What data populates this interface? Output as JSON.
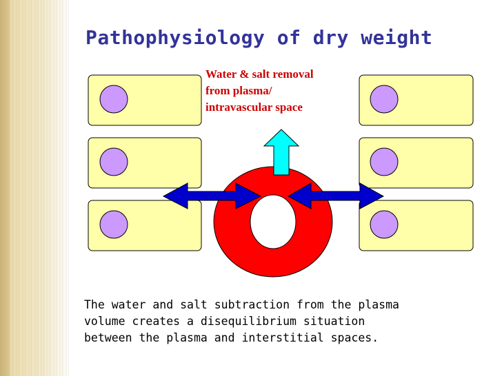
{
  "slide": {
    "title": "Pathophysiology of dry weight",
    "caption_lines": [
      "Water & salt removal",
      "from plasma/",
      "intravascular space"
    ],
    "description_lines": [
      "The water and salt subtraction from the plasma",
      "volume creates a disequilibrium situation",
      "between the plasma and interstitial spaces."
    ]
  },
  "colors": {
    "title": "#33339a",
    "caption": "#cc0000",
    "cell_fill": "#ffffaa",
    "cell_nucleus": "#cc99ff",
    "vessel": "#ff0000",
    "arrow_blue": "#0000cc",
    "arrow_up": "#00ffff"
  },
  "icons": {
    "left_cells": "cell-icon",
    "right_cells": "cell-icon",
    "vessel": "blood-vessel-ring-icon",
    "up_arrow": "arrow-up-icon",
    "side_arrows": "double-arrow-icon"
  }
}
